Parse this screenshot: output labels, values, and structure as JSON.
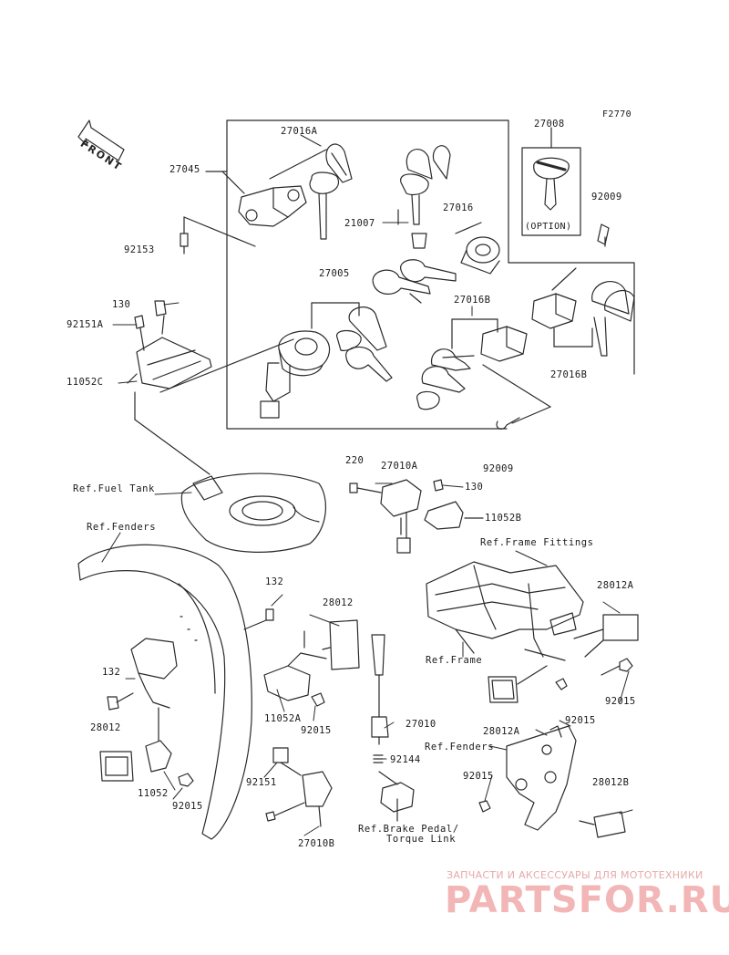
{
  "figure_code": "F2770",
  "front_marker": "FRONT",
  "option_note": "(OPTION)",
  "part_labels": {
    "p27008": "27008",
    "p92009_top": "92009",
    "p27016A": "27016A",
    "p27045": "27045",
    "p21007": "21007",
    "p27016": "27016",
    "p92153": "92153",
    "p130_top": "130",
    "p92151A": "92151A",
    "p27005": "27005",
    "p27016B_upper": "27016B",
    "p27016B_lower": "27016B",
    "p11052C": "11052C",
    "p220": "220",
    "p27010A": "27010A",
    "p92009_mid": "92009",
    "p130_mid": "130",
    "p11052B": "11052B",
    "p132_top": "132",
    "p28012": "28012",
    "p28012A_right": "28012A",
    "p132_left": "132",
    "p11052A": "11052A",
    "p92015_mid": "92015",
    "p27010": "27010",
    "p92015_right": "92015",
    "p28012_left": "28012",
    "p28012A_bottom": "28012A",
    "p92015_bottom_right": "92015",
    "p92144": "92144",
    "p11052": "11052",
    "p92015_left": "92015",
    "p92151": "92151",
    "p92015_lower_right": "92015",
    "p28012B": "28012B",
    "p27010B": "27010B"
  },
  "reference_labels": {
    "fuel_tank": "Ref.Fuel Tank",
    "fenders_left": "Ref.Fenders",
    "frame_fittings": "Ref.Frame Fittings",
    "frame": "Ref.Frame",
    "fenders_right": "Ref.Fenders",
    "brake_pedal_line1": "Ref.Brake Pedal/",
    "brake_pedal_line2": "Torque Link"
  },
  "watermark": {
    "tagline": "ЗАПЧАСТИ И АКСЕССУАРЫ ДЛЯ МОТОТЕХНИКИ",
    "brand": "PARTSFOR.RU"
  },
  "colors": {
    "line": "#2a2a2a",
    "watermark": "#f2b6b6"
  }
}
